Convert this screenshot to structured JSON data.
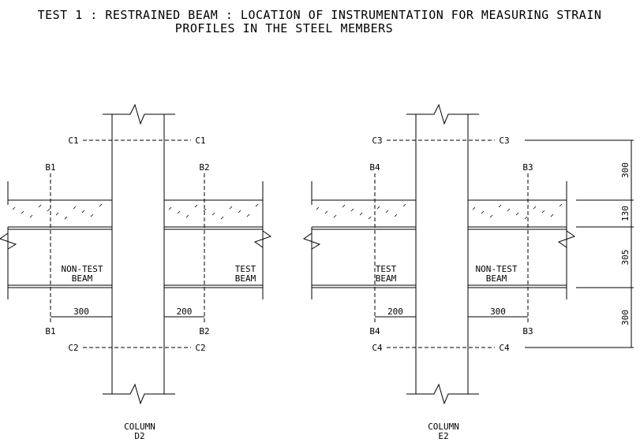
{
  "title": {
    "line1": "TEST 1 : RESTRAINED BEAM : LOCATION OF INSTRUMENTATION FOR MEASURING STRAIN",
    "line2": "PROFILES IN THE STEEL MEMBERS"
  },
  "panels": [
    {
      "column_label": "COLUMN",
      "column_id": "D2",
      "col_top_section": "C1",
      "col_bottom_section": "C2",
      "left_beam_section": "B1",
      "right_beam_section": "B2",
      "left_beam_label": [
        "NON-TEST",
        "BEAM"
      ],
      "right_beam_label": [
        "TEST",
        "BEAM"
      ],
      "left_dim": "300",
      "right_dim": "200"
    },
    {
      "column_label": "COLUMN",
      "column_id": "E2",
      "col_top_section": "C3",
      "col_bottom_section": "C4",
      "left_beam_section": "B4",
      "right_beam_section": "B3",
      "left_beam_label": [
        "TEST",
        "BEAM"
      ],
      "right_beam_label": [
        "NON-TEST",
        "BEAM"
      ],
      "left_dim": "200",
      "right_dim": "300"
    }
  ],
  "vertical_dimensions": [
    "300",
    "130",
    "305",
    "300"
  ]
}
